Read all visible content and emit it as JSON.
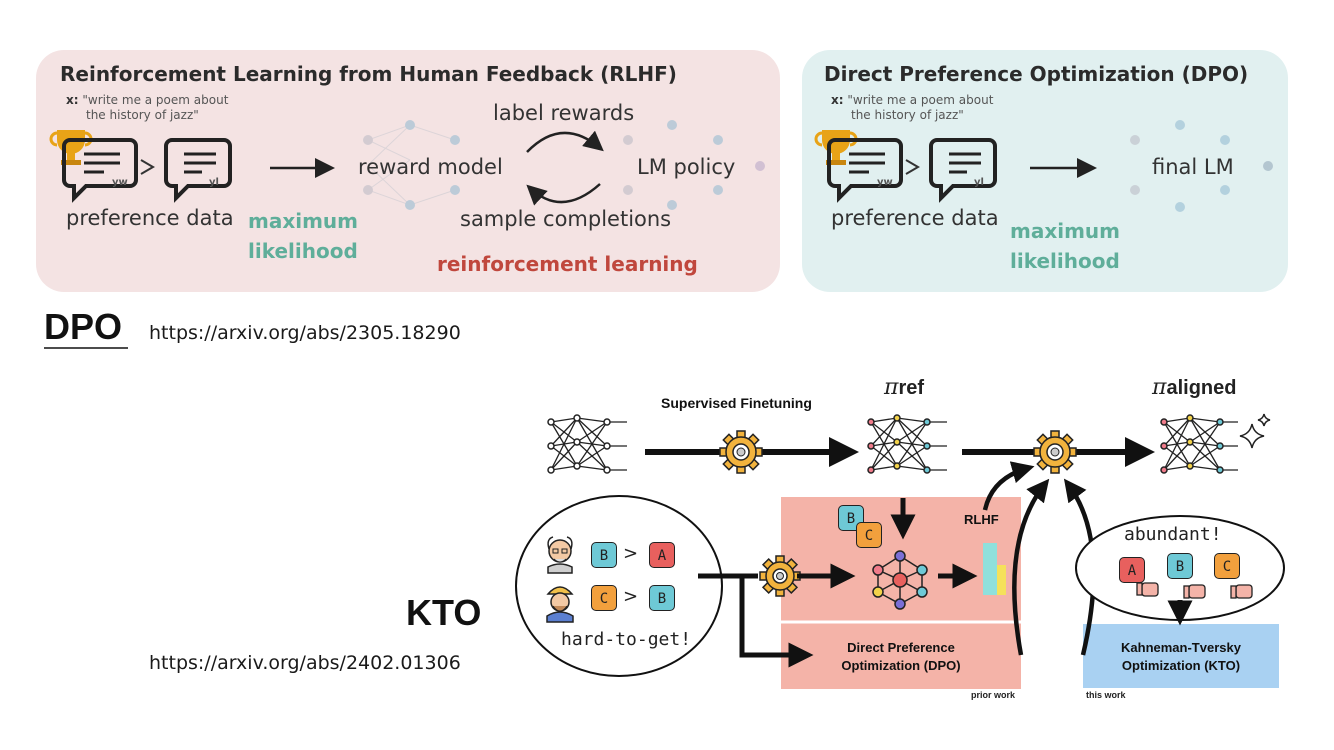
{
  "rlhf_panel": {
    "title": "Reinforcement Learning from Human Feedback (RLHF)",
    "prompt_prefix": "x:",
    "prompt_line1": "\"write me a poem about",
    "prompt_line2": "the history of jazz\"",
    "yw": "yw",
    "yl": "yl",
    "preference_data": "preference data",
    "max_likelihood_1": "maximum",
    "max_likelihood_2": "likelihood",
    "reward_model": "reward model",
    "label_rewards": "label rewards",
    "lm_policy": "LM policy",
    "sample_completions": "sample completions",
    "reinforcement_learning": "reinforcement learning"
  },
  "dpo_panel": {
    "title": "Direct Preference Optimization (DPO)",
    "prompt_prefix": "x:",
    "prompt_line1": "\"write me a poem about",
    "prompt_line2": "the history of jazz\"",
    "yw": "yw",
    "yl": "yl",
    "preference_data": "preference data",
    "max_likelihood_1": "maximum",
    "max_likelihood_2": "likelihood",
    "final_lm": "final LM"
  },
  "dpo_ref": {
    "label": "DPO",
    "url": "https://arxiv.org/abs/2305.18290"
  },
  "kto_ref": {
    "label": "KTO",
    "url": "https://arxiv.org/abs/2402.01306"
  },
  "kto_figure": {
    "supervised_finetuning": "Supervised Finetuning",
    "pi_ref_symbol": "π",
    "pi_ref_sub": "ref",
    "pi_aligned_symbol": "π",
    "pi_aligned_sub": "aligned",
    "rlhf": "RLHF",
    "dpo_line1": "Direct Preference",
    "dpo_line2": "Optimization (DPO)",
    "kto_line1": "Kahneman-Tversky",
    "kto_line2": "Optimization (KTO)",
    "prior_work": "prior work",
    "this_work": "this work",
    "hard_to_get": "hard-to-get!",
    "abundant": "abundant!",
    "letters": [
      "A",
      "B",
      "C"
    ],
    "gt": ">",
    "colors": {
      "pink_panel": "#f4b3a8",
      "blue_panel": "#a9d1f2",
      "tile_a": "#e8605e",
      "tile_b": "#6ec9d6",
      "tile_c": "#f2a03d",
      "gear": "#f2b33d"
    }
  },
  "colors": {
    "rlhf_bg": "#f4e3e3",
    "dpo_bg": "#e1f0f0",
    "green_text": "#5fae9a",
    "red_text": "#c0473d"
  }
}
